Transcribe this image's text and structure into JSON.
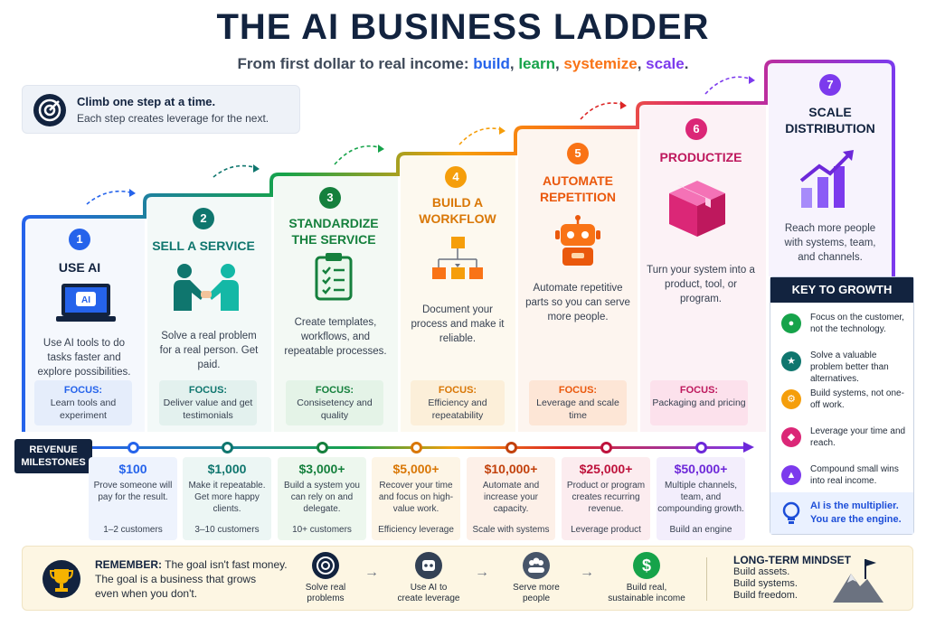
{
  "header": {
    "title": "THE AI BUSINESS LADDER",
    "subtitle_prefix": "From first dollar to real income: ",
    "subtitle_words": [
      "build",
      "learn",
      "systemize",
      "scale"
    ],
    "subtitle_sep": ", ",
    "subtitle_end": "."
  },
  "climb": {
    "line1": "Climb one step at a time.",
    "line2": "Each step creates leverage for the next."
  },
  "steps": [
    {
      "num": "1",
      "title": "USE AI",
      "desc": "Use AI tools to do tasks faster and explore possibilities.",
      "focus_label": "FOCUS:",
      "focus": "Learn tools and experiment",
      "color": "#2563eb",
      "icon": "laptop-ai-icon"
    },
    {
      "num": "2",
      "title": "SELL A SERVICE",
      "desc": "Solve a real problem for a real person. Get paid.",
      "focus_label": "FOCUS:",
      "focus": "Deliver value and get testimonials",
      "color": "#0f766e",
      "icon": "handshake-icon"
    },
    {
      "num": "3",
      "title": "STANDARDIZE THE SERVICE",
      "desc": "Create templates, workflows, and repeatable processes.",
      "focus_label": "FOCUS:",
      "focus": "Consisetency and quality",
      "color": "#16a34a",
      "icon": "clipboard-checklist-icon"
    },
    {
      "num": "4",
      "title": "BUILD A WORKFLOW",
      "desc": "Document your process and make it reliable.",
      "focus_label": "FOCUS:",
      "focus": "Efficiency and repeatability",
      "color": "#f59e0b",
      "icon": "workflow-icon"
    },
    {
      "num": "5",
      "title": "AUTOMATE REPETITION",
      "desc": "Automate repetitive parts so you can serve more people.",
      "focus_label": "FOCUS:",
      "focus": "Leverage and scale time",
      "color": "#f97316",
      "icon": "robot-icon"
    },
    {
      "num": "6",
      "title": "PRODUCTIZE",
      "desc": "Turn your system into a product, tool, or program.",
      "focus_label": "FOCUS:",
      "focus": "Packaging and pricing",
      "color": "#db2777",
      "icon": "box-icon"
    },
    {
      "num": "7",
      "title": "SCALE DISTRIBUTION",
      "desc": "Reach more people with systems, team, and channels.",
      "color": "#7c3aed",
      "icon": "growth-chart-icon"
    }
  ],
  "revenue": {
    "label": "REVENUE MILESTONES",
    "milestones": [
      {
        "amount": "$100",
        "desc": "Prove someone will pay for the result.",
        "foot": "1–2 customers",
        "color": "#2563eb",
        "bg": "#eef3fd"
      },
      {
        "amount": "$1,000",
        "desc": "Make it repeatable. Get more happy clients.",
        "foot": "3–10 customers",
        "color": "#0f766e",
        "bg": "#ecf6f4"
      },
      {
        "amount": "$3,000+",
        "desc": "Build a system you can rely on and delegate.",
        "foot": "10+ customers",
        "color": "#15803d",
        "bg": "#edf7ee"
      },
      {
        "amount": "$5,000+",
        "desc": "Recover your time and focus on high-value work.",
        "foot": "Efficiency leverage",
        "color": "#d97706",
        "bg": "#fdf5e6"
      },
      {
        "amount": "$10,000+",
        "desc": "Automate and increase your capacity.",
        "foot": "Scale with systems",
        "color": "#c2410c",
        "bg": "#fdf0e8"
      },
      {
        "amount": "$25,000+",
        "desc": "Product or program creates recurring revenue.",
        "foot": "Leverage product",
        "color": "#be123c",
        "bg": "#fcecef"
      },
      {
        "amount": "$50,000+",
        "desc": "Multiple channels, team, and compounding growth.",
        "foot": "Build an engine",
        "color": "#6d28d9",
        "bg": "#f3eefc"
      }
    ]
  },
  "key": {
    "title": "KEY TO GROWTH",
    "items": [
      {
        "text": "Focus on the customer, not the technology.",
        "color": "#16a34a",
        "glyph": "●",
        "icon": "person-icon"
      },
      {
        "text": "Solve a valuable problem better than alternatives.",
        "color": "#0f766e",
        "glyph": "★",
        "icon": "star-icon"
      },
      {
        "text": "Build systems, not one-off work.",
        "color": "#f59e0b",
        "glyph": "⚙",
        "icon": "gear-icon"
      },
      {
        "text": "Leverage your time and reach.",
        "color": "#db2777",
        "glyph": "◆",
        "icon": "people-icon"
      },
      {
        "text": "Compound small wins into real income.",
        "color": "#7c3aed",
        "glyph": "▲",
        "icon": "chart-icon"
      }
    ],
    "footer_line1": "AI is the multiplier.",
    "footer_line2": "You are the engine."
  },
  "remember": {
    "label": "REMEMBER:",
    "line1": "The goal isn't fast money.",
    "line2": "The goal is a business that grows",
    "line3": "even when you don't.",
    "flow": [
      {
        "text1": "Solve real",
        "text2": "problems",
        "color": "#12233f",
        "icon": "target-icon"
      },
      {
        "text1": "Use AI to",
        "text2": "create leverage",
        "color": "#334155",
        "icon": "robot-icon"
      },
      {
        "text1": "Serve more",
        "text2": "people",
        "color": "#475569",
        "icon": "people-icon"
      },
      {
        "text1": "Build real,",
        "text2": "sustainable income",
        "color": "#16a34a",
        "icon": "dollar-icon"
      }
    ],
    "arrow": "→",
    "mindset_title": "LONG-TERM MINDSET",
    "mindset": [
      "Build assets.",
      "Build systems.",
      "Build freedom."
    ],
    "dollar": "$"
  }
}
